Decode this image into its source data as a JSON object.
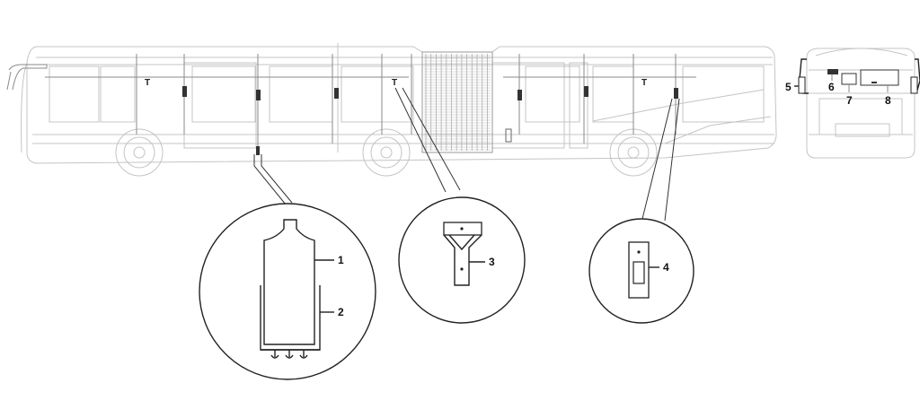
{
  "callouts": [
    {
      "id": "1",
      "label": "1"
    },
    {
      "id": "2",
      "label": "2"
    },
    {
      "id": "3",
      "label": "3"
    },
    {
      "id": "4",
      "label": "4"
    },
    {
      "id": "5",
      "label": "5"
    },
    {
      "id": "6",
      "label": "6"
    },
    {
      "id": "7",
      "label": "7"
    },
    {
      "id": "8",
      "label": "8"
    }
  ],
  "colors": {
    "outline": "#222222",
    "vehicle_lines": "#c4c4c4",
    "equipment": "#555555"
  }
}
